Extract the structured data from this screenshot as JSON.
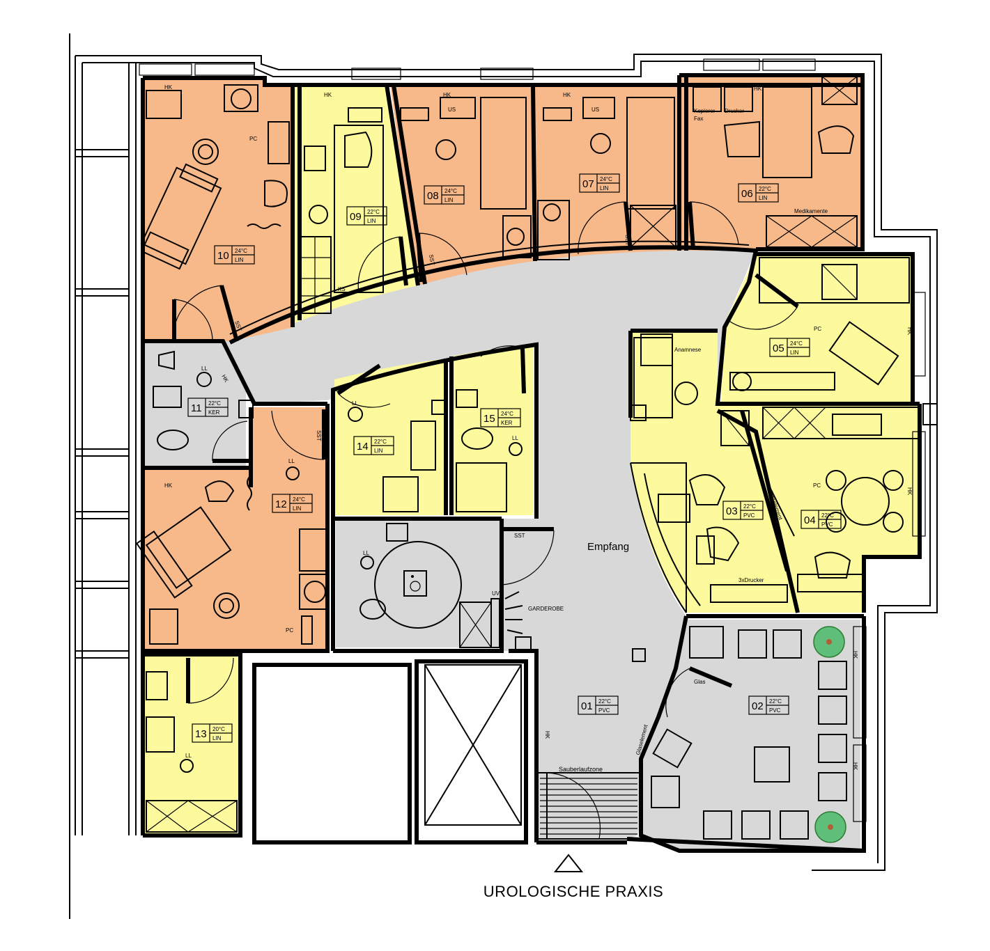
{
  "title": "UROLOGISCHE PRAXIS",
  "colors": {
    "orange": "#F8B98A",
    "yellow": "#FDFA9E",
    "gray": "#D8D8D8",
    "white": "#FFFFFF",
    "plant": "#5FBF7A"
  },
  "rooms": [
    {
      "id": "01",
      "temp": "22°C",
      "floor": "PVC"
    },
    {
      "id": "02",
      "temp": "22°C",
      "floor": "PVC"
    },
    {
      "id": "03",
      "temp": "22°C",
      "floor": "PVC"
    },
    {
      "id": "04",
      "temp": "22°C",
      "floor": "PVC"
    },
    {
      "id": "05",
      "temp": "24°C",
      "floor": "LIN"
    },
    {
      "id": "06",
      "temp": "22°C",
      "floor": "LIN"
    },
    {
      "id": "07",
      "temp": "24°C",
      "floor": "LIN"
    },
    {
      "id": "08",
      "temp": "24°C",
      "floor": "LIN"
    },
    {
      "id": "09",
      "temp": "22°C",
      "floor": "LIN"
    },
    {
      "id": "10",
      "temp": "24°C",
      "floor": "LIN"
    },
    {
      "id": "11",
      "temp": "22°C",
      "floor": "KER"
    },
    {
      "id": "12",
      "temp": "24°C",
      "floor": "LIN"
    },
    {
      "id": "13",
      "temp": "20°C",
      "floor": "LIN"
    },
    {
      "id": "14",
      "temp": "22°C",
      "floor": "LIN"
    },
    {
      "id": "15",
      "temp": "24°C",
      "floor": "KER"
    }
  ],
  "labels": {
    "empfang": "Empfang",
    "garderobe": "GARDEROBE",
    "sauberlaufzone": "Sauberlaufzone",
    "anamnese": "Anamnese",
    "kopierer": "Kopierer",
    "drucker": "Drucker",
    "fax": "Fax",
    "medikamente": "Medikamente",
    "drucker3x": "3xDrucker",
    "glaselement": "Glaselement",
    "glas": "Glas",
    "hk": "HK",
    "pc": "PC",
    "us": "US",
    "ll": "LL",
    "ks": "KS",
    "sst": "SST",
    "uv": "UV"
  }
}
